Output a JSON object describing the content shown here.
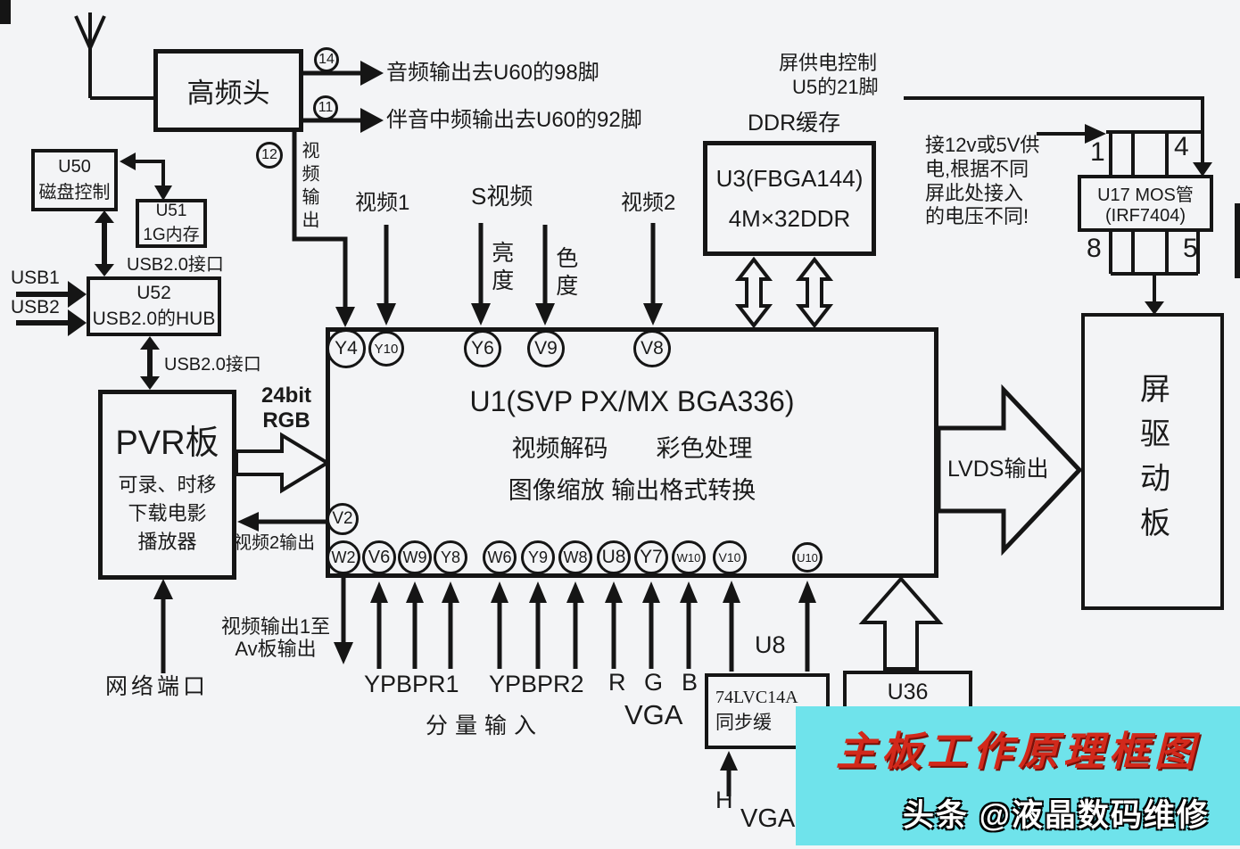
{
  "diagram": {
    "tuner_label": "高频头",
    "pin14": "14",
    "pin11": "11",
    "pin12": "12",
    "audio_out": "音频输出去U60的98脚",
    "sif_out": "伴音中频输出去U60的92脚",
    "video_out_label": "视频输出",
    "u50_l1": "U50",
    "u50_l2": "磁盘控制",
    "u51_l1": "U51",
    "u51_l2": "1G内存",
    "usb_if_top": "USB2.0接口",
    "usb1": "USB1",
    "usb2": "USB2",
    "u52_l1": "U52",
    "u52_l2": "USB2.0的HUB",
    "usb_if_mid": "USB2.0接口",
    "pvr_l1": "PVR板",
    "pvr_l2": "可录、时移",
    "pvr_l3": "下载电影",
    "pvr_l4": "播放器",
    "rgb24_l1": "24bit",
    "rgb24_l2": "RGB",
    "network_port": "网络端口",
    "video2_out_label": "视频2输出",
    "video1_out_l1": "视频输出1至",
    "video1_out_l2": "Av板输出",
    "video1": "视频1",
    "svideo": "S视频",
    "video2": "视频2",
    "luma": "亮度",
    "chroma": "色度",
    "u1_title": "U1(SVP PX/MX BGA336)",
    "u1_line2": "视频解码　　彩色处理",
    "u1_line3": "图像缩放  输出格式转换",
    "top_pins": [
      "Y4",
      "Y10",
      "Y6",
      "V9",
      "V8"
    ],
    "bottom_pins": [
      "W2",
      "V6",
      "W9",
      "Y8",
      "W6",
      "Y9",
      "W8",
      "U8",
      "Y7",
      "W10",
      "V10",
      "U10"
    ],
    "v2_pin": "V2",
    "ddr_label": "DDR缓存",
    "u3_l1": "U3(FBGA144)",
    "u3_l2": "4M×32DDR",
    "panel_power_l1": "屏供电控制",
    "panel_power_l2": "U5的21脚",
    "power_note_l1": "接12v或5V供",
    "power_note_l2": "电,根据不同",
    "power_note_l3": "屏此处接入",
    "power_note_l4": "的电压不同!",
    "u17_l1": "U17 MOS管",
    "u17_l2": "(IRF7404)",
    "u17_pin1": "1",
    "u17_pin4": "4",
    "u17_pin8": "8",
    "u17_pin5": "5",
    "lvds_out": "LVDS输出",
    "panel_driver": "屏驱动板",
    "ypbpr1": "YPBPR1",
    "ypbpr2": "YPBPR2",
    "r": "R",
    "g": "G",
    "b": "B",
    "vga": "VGA",
    "component_input": "分量输入",
    "u8_label": "U8",
    "u8chip_l1": "74LVC14A",
    "u8chip_l2": "同步缓",
    "u36_label": "U36",
    "h_label": "H",
    "vga2": "VGA",
    "watermark_title": "主板工作原理框图",
    "watermark_credit": "头条 @液晶数码维修",
    "colors": {
      "background": "#f3f4f6",
      "line": "#151515",
      "watermark_bg": "#6fe3eb",
      "watermark_title": "#d2291b",
      "watermark_credit": "#ffffff"
    }
  }
}
